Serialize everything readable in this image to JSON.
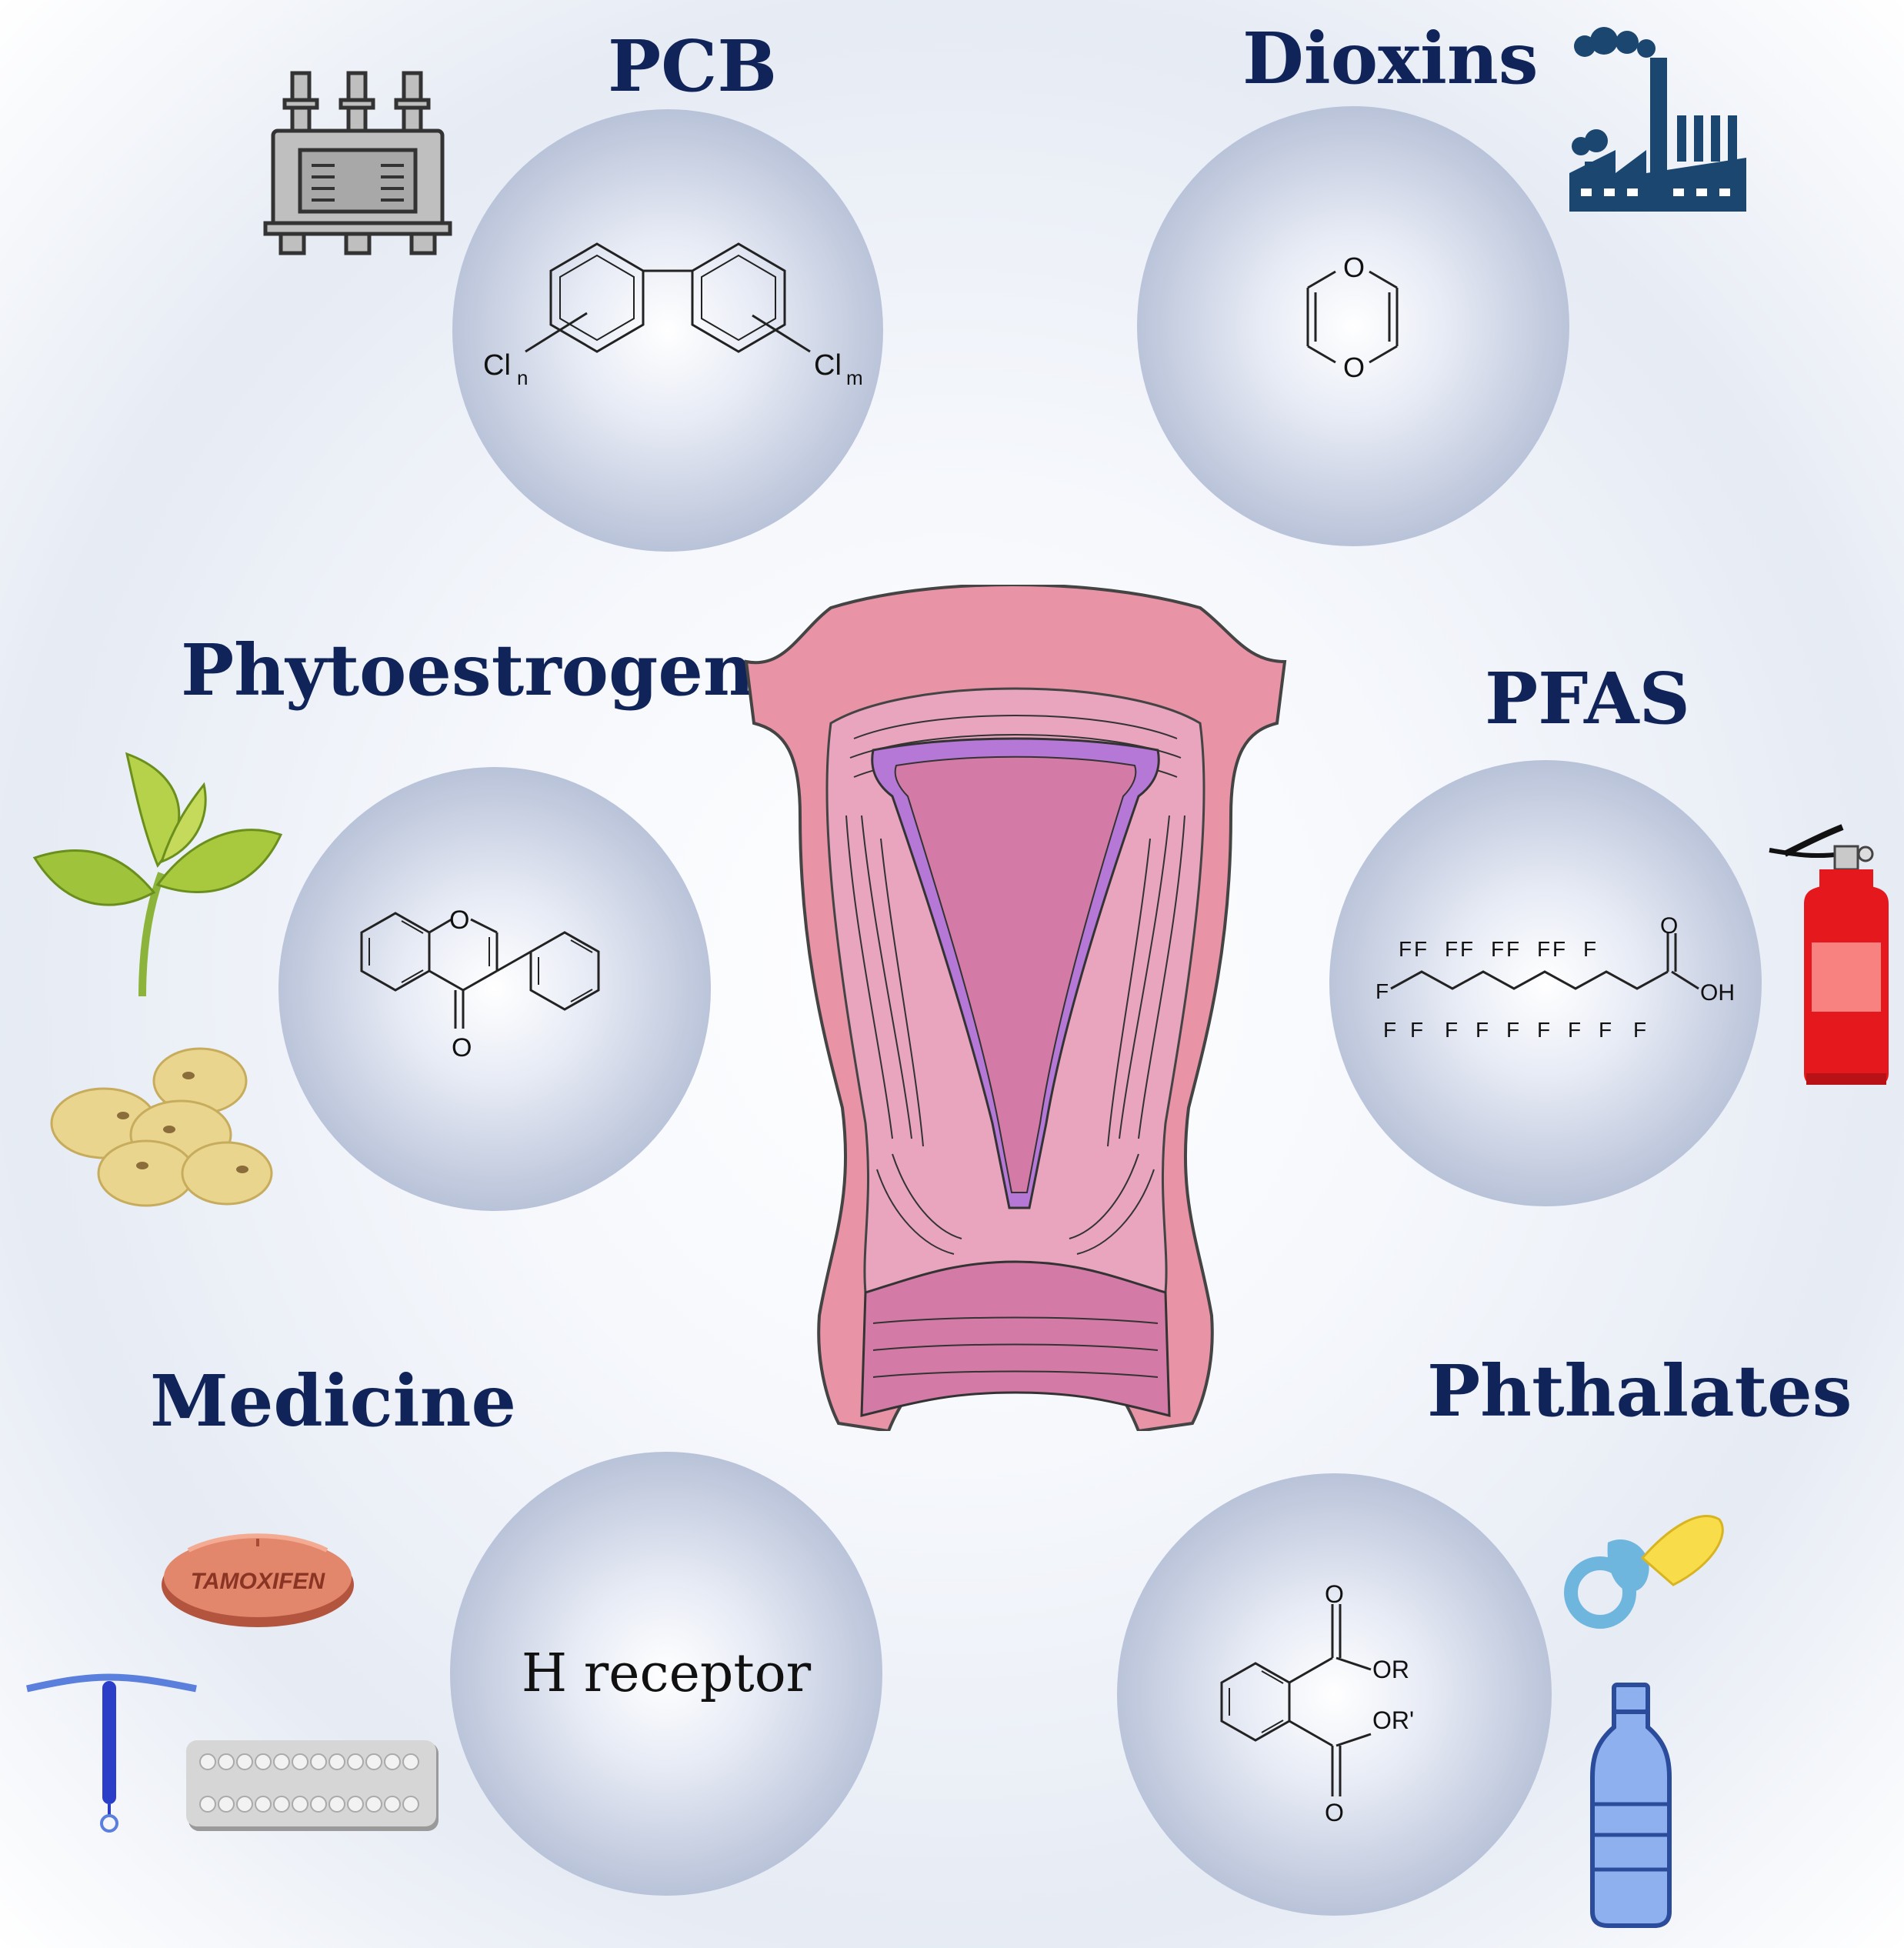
{
  "labels": {
    "pcb": "PCB",
    "dioxins": "Dioxins",
    "phytoestrogen": "Phytoestrogen",
    "pfas": "PFAS",
    "medicine": "Medicine",
    "phthalates": "Phthalates"
  },
  "pcb_chem": {
    "cln": "Cl",
    "cln_sub": "n",
    "clm": "Cl",
    "clm_sub": "m"
  },
  "dioxin_chem": {
    "o1": "O",
    "o2": "O"
  },
  "phyto_chem": {
    "o_ring": "O",
    "o_keto": "O"
  },
  "pfas_chem": {
    "f": "F",
    "o": "O",
    "oh": "OH"
  },
  "medicine_center": "H receptor",
  "phthalate_chem": {
    "o1": "O",
    "or": "OR",
    "or2": "OR'",
    "o2": "O"
  },
  "pill_text": "TAMOXIFEN",
  "colors": {
    "label_navy": "#10245a",
    "uterus_outer": "#e993a6",
    "uterus_muscle": "#e8a5bd",
    "uterus_cavity": "#d47aa6",
    "endometrium": "#b578d6",
    "factory_blue": "#1b4670",
    "extinguisher_red": "#e5181d"
  },
  "icons": [
    "transformer-icon",
    "factory-icon",
    "plant-sprout-icon",
    "soybeans-icon",
    "fire-extinguisher-icon",
    "tamoxifen-pill-icon",
    "iud-icon",
    "contraceptive-blister-pack-icon",
    "pacifier-icon",
    "plastic-bottle-icon"
  ]
}
